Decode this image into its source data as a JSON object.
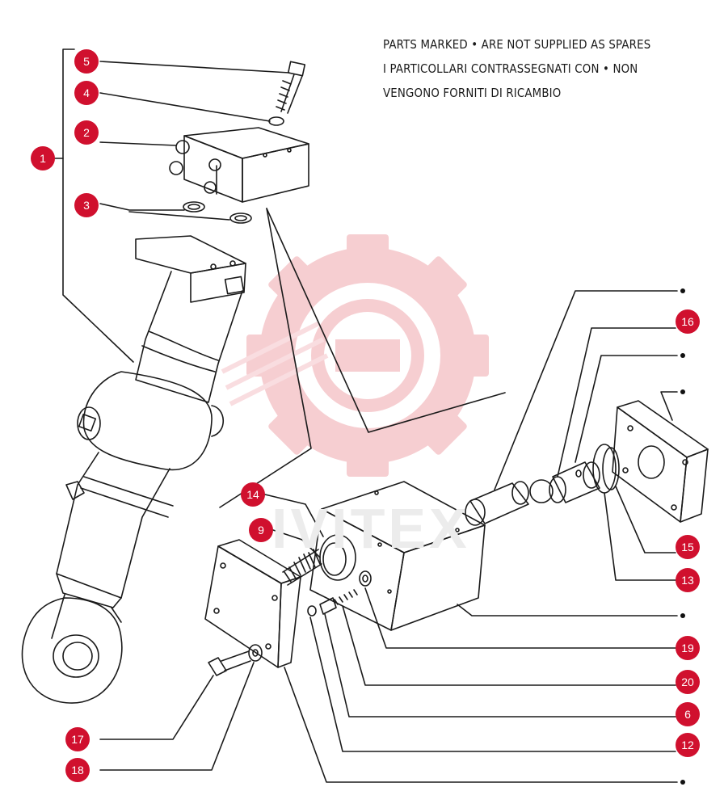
{
  "note": {
    "line1": "PARTS MARKED • ARE NOT SUPPLIED AS SPARES",
    "line2": "I PARTICOLLARI  CONTRASSEGNATI  CON  •  NON",
    "line3": "VENGONO FORNITI DI RICAMBIO"
  },
  "watermark": {
    "text": "IVITEX"
  },
  "colors": {
    "badge": "#d0102e",
    "line": "#1a1a1a",
    "watermark": "#f6c9cd"
  },
  "callouts": {
    "c1": "1",
    "c2": "2",
    "c3": "3",
    "c4": "4",
    "c5": "5",
    "c6": "6",
    "c9": "9",
    "c12": "12",
    "c13": "13",
    "c14": "14",
    "c15": "15",
    "c16": "16",
    "c17": "17",
    "c18": "18",
    "c19": "19",
    "c20": "20"
  },
  "markers": {
    "not_supplied_symbol": "•"
  }
}
